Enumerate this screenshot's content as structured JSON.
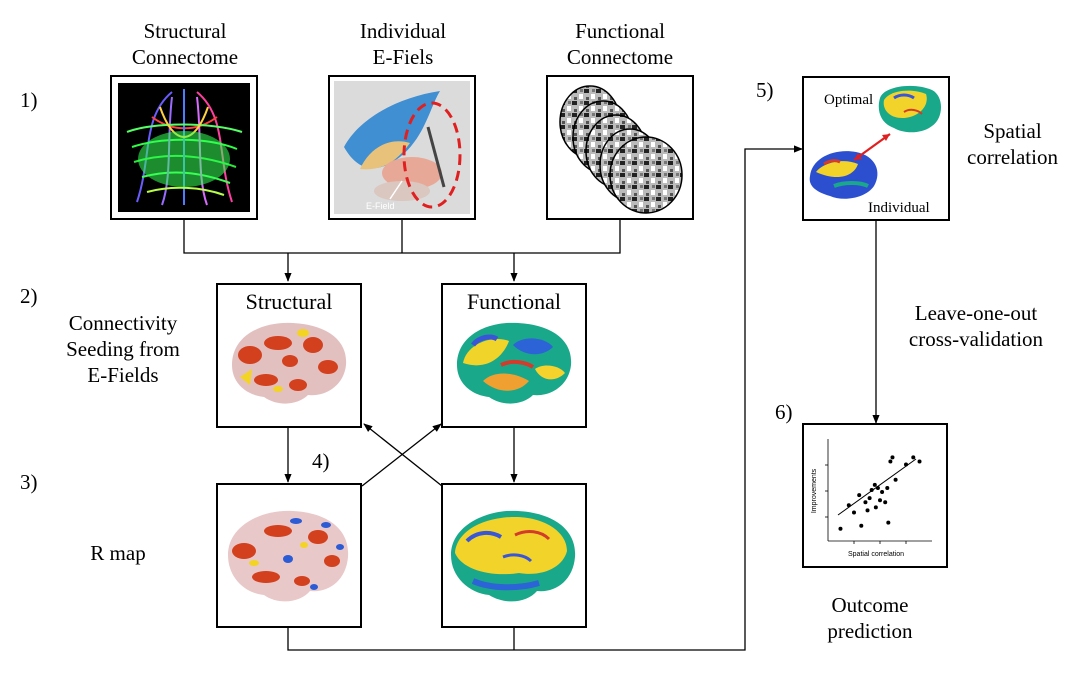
{
  "top": {
    "structural_connectome": [
      "Structural",
      "Connectome"
    ],
    "individual_efields": [
      "Individual",
      "E-Fiels"
    ],
    "functional_connectome": [
      "Functional",
      "Connectome"
    ],
    "efield_inset": "E-Field"
  },
  "steps": {
    "s1": "1)",
    "s2": "2)",
    "s3": "3)",
    "s4": "4)",
    "s5": "5)",
    "s6": "6)"
  },
  "row2": {
    "side_label": [
      "Connectivity",
      "Seeding from",
      "E-Fields"
    ],
    "structural_title": "Structural",
    "functional_title": "Functional"
  },
  "row3": {
    "side_label": "R map"
  },
  "spatial": {
    "optimal": "Optimal",
    "individual": "Individual",
    "label": [
      "Spatial",
      "correlation"
    ]
  },
  "loo": [
    "Leave-one-out",
    "cross-validation"
  ],
  "scatter": {
    "xlabel": "Spatial correlation",
    "ylabel": "Improvements",
    "points": [
      [
        0.12,
        0.12
      ],
      [
        0.2,
        0.35
      ],
      [
        0.25,
        0.28
      ],
      [
        0.3,
        0.45
      ],
      [
        0.32,
        0.15
      ],
      [
        0.38,
        0.3
      ],
      [
        0.4,
        0.42
      ],
      [
        0.42,
        0.5
      ],
      [
        0.45,
        0.55
      ],
      [
        0.46,
        0.33
      ],
      [
        0.5,
        0.4
      ],
      [
        0.52,
        0.48
      ],
      [
        0.55,
        0.38
      ],
      [
        0.57,
        0.52
      ],
      [
        0.6,
        0.78
      ],
      [
        0.62,
        0.82
      ],
      [
        0.58,
        0.18
      ],
      [
        0.65,
        0.6
      ],
      [
        0.75,
        0.75
      ],
      [
        0.82,
        0.82
      ],
      [
        0.88,
        0.78
      ],
      [
        0.48,
        0.52
      ],
      [
        0.36,
        0.38
      ]
    ]
  },
  "outcome": [
    "Outcome",
    "prediction"
  ],
  "colors": {
    "arrow_red": "#e02020",
    "ink": "#000000"
  }
}
